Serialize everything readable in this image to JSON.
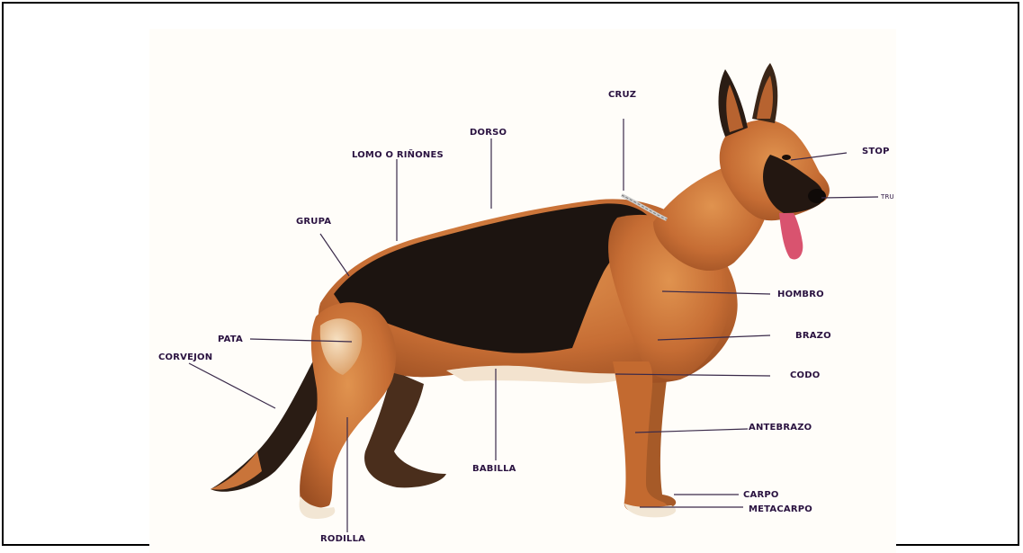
{
  "diagram": {
    "labels": {
      "cruz": "CRUZ",
      "dorso": "DORSO",
      "lomo": "LOMO O RIÑONES",
      "stop": "STOP",
      "trufa": "TRU",
      "grupa": "GRUPA",
      "hombro": "HOMBRO",
      "pata": "PATA",
      "brazo": "BRAZO",
      "corvejon": "CORVEJON",
      "codo": "CODO",
      "antebrazo": "ANTEBRAZO",
      "babilla": "BABILLA",
      "carpo": "CARPO",
      "metacarpo": "METACARPO",
      "rodilla": "RODILLA"
    },
    "colors": {
      "label_text": "#2a1240",
      "leader_line": "#3a2a4a",
      "coat_tan": "#c9743a",
      "saddle_black": "#1c1410",
      "background": "#fffdf9"
    }
  }
}
